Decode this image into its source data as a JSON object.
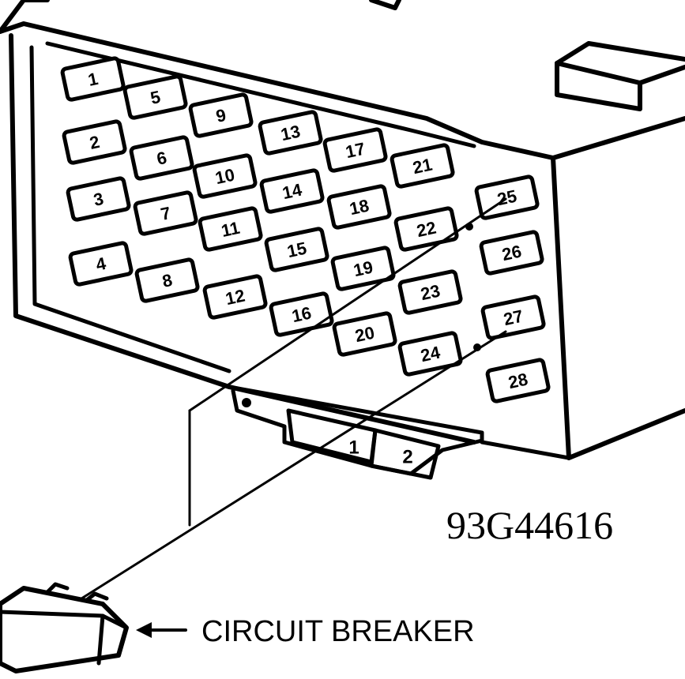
{
  "figure_id": "93G44616",
  "callout_label": "CIRCUIT BREAKER",
  "fuses": [
    "1",
    "2",
    "3",
    "4",
    "5",
    "6",
    "7",
    "8",
    "9",
    "10",
    "11",
    "12",
    "13",
    "14",
    "15",
    "16",
    "17",
    "18",
    "19",
    "20",
    "21",
    "22",
    "23",
    "24",
    "25",
    "26",
    "27",
    "28"
  ],
  "breaker_tabs": [
    "1",
    "2"
  ],
  "pointer_lines": [
    {
      "from": "circuit-breaker",
      "to": "fuse-25"
    },
    {
      "from": "circuit-breaker",
      "to": "fuse-27"
    }
  ]
}
